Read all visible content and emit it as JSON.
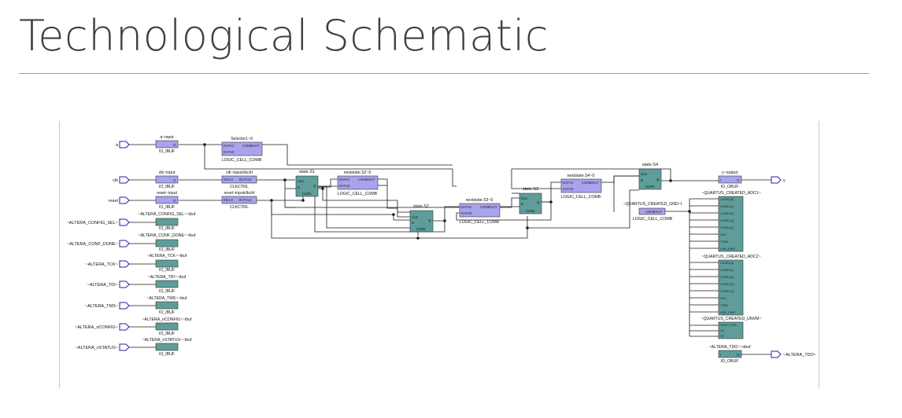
{
  "title": "Technological Schematic",
  "colors": {
    "ibuf": "#5e9d9a",
    "comb": "#a9a3ee",
    "reg": "#5e9d9a",
    "wire": "#1a1a1a",
    "port": "#2222aa"
  },
  "ports_in": [
    "a",
    "clk",
    "reset",
    "~ALTERA_CONFIG_SEL~",
    "~ALTERA_CONF_DONE~",
    "~ALTERA_TCK~",
    "~ALTERA_TDI~",
    "~ALTERA_TMS~",
    "~ALTERA_nCONFIG~",
    "~ALTERA_nSTATUS~"
  ],
  "ports_out": [
    "y",
    "~ALTERA_TDO~"
  ],
  "ibufs": [
    {
      "name": "a~input",
      "type": "IO_IBUF",
      "pin": "O"
    },
    {
      "name": "clk~input",
      "type": "IO_IBUF",
      "pin": "O"
    },
    {
      "name": "reset~input",
      "type": "IO_IBUF",
      "pin": "O"
    },
    {
      "name": "~ALTERA_CONFIG_SEL~~ibuf",
      "type": "IO_IBUF"
    },
    {
      "name": "~ALTERA_CONF_DONE~~ibuf",
      "type": "IO_IBUF"
    },
    {
      "name": "~ALTERA_TCK~~ibuf",
      "type": "IO_IBUF"
    },
    {
      "name": "~ALTERA_TDI~~ibuf",
      "type": "IO_IBUF"
    },
    {
      "name": "~ALTERA_TMS~~ibuf",
      "type": "IO_IBUF"
    },
    {
      "name": "~ALTERA_nCONFIG~~ibuf",
      "type": "IO_IBUF"
    },
    {
      "name": "~ALTERA_nSTATUS~~ibuf",
      "type": "IO_IBUF"
    }
  ],
  "clkctrls": [
    {
      "name": "clk~inputclkctrl",
      "type": "CLKCTRL",
      "pin_in": "INCLK",
      "pin_out": "OUTCLK"
    },
    {
      "name": "reset~inputclkctrl",
      "type": "CLKCTRL",
      "pin_in": "INCLK",
      "pin_out": "OUTCLK"
    }
  ],
  "combs": [
    {
      "name": "Selector1~0",
      "type": "LOGIC_CELL_COMB",
      "pins": [
        "DATAC",
        "DATAD"
      ],
      "out": "COMBOUT"
    },
    {
      "name": "nextstate.S2~0",
      "type": "LOGIC_CELL_COMB",
      "pins": [
        "DATAC",
        "DATAD"
      ],
      "out": "COMBOUT"
    },
    {
      "name": "nextstate.S3~0",
      "type": "LOGIC_CELL_COMB",
      "pins": [
        "DATAC",
        "DATAD"
      ],
      "out": "COMBOUT"
    },
    {
      "name": "nextstate.S4~0",
      "type": "LOGIC_CELL_COMB",
      "pins": [
        "DATAC",
        "DATAD"
      ],
      "out": "COMBOUT"
    },
    {
      "name": "~QUARTUS_CREATED_GND~I",
      "type": "LOGIC_CELL_COMB",
      "out": "COMBOUT"
    }
  ],
  "regs": [
    {
      "name": "state.S1",
      "pins": [
        "CLK",
        "D"
      ],
      "out": "Q",
      "clr": "CLRN"
    },
    {
      "name": "state.S2",
      "pins": [
        "CLK",
        "D"
      ],
      "out": "Q",
      "clr": "CLRN"
    },
    {
      "name": "state.S3",
      "pins": [
        "CLK",
        "D"
      ],
      "out": "Q",
      "clr": "CLRN"
    },
    {
      "name": "state.S4",
      "pins": [
        "CLK",
        "D"
      ],
      "out": "Q",
      "clr": "CLRN"
    }
  ],
  "obufs": [
    {
      "name": "y~output",
      "type": "IO_OBUF",
      "pin_in": "I",
      "pin_out": "O"
    },
    {
      "name": "~ALTERA_TDO~~obuf",
      "type": "IO_OBUF",
      "pin_in": "I",
      "pin_out": "O"
    }
  ],
  "adcs": [
    {
      "name": "~QUARTUS_CREATED_ADC1~",
      "pins": [
        "CHSEL[0]",
        "CHSEL[1]",
        "CHSEL[2]",
        "CHSEL[3]",
        "CHSEL[4]",
        "SOC",
        "TSEN",
        "USR_PWD"
      ]
    },
    {
      "name": "~QUARTUS_CREATED_ADC2~",
      "pins": [
        "CHSEL[0]",
        "CHSEL[1]",
        "CHSEL[2]",
        "CHSEL[3]",
        "CHSEL[4]",
        "SOC",
        "TSEN",
        "USR_PWD"
      ]
    }
  ],
  "unvm": {
    "name": "~QUARTUS_CREATED_UNVM~",
    "pins": [
      "NOSC_ENA",
      "XE",
      "YE"
    ]
  }
}
